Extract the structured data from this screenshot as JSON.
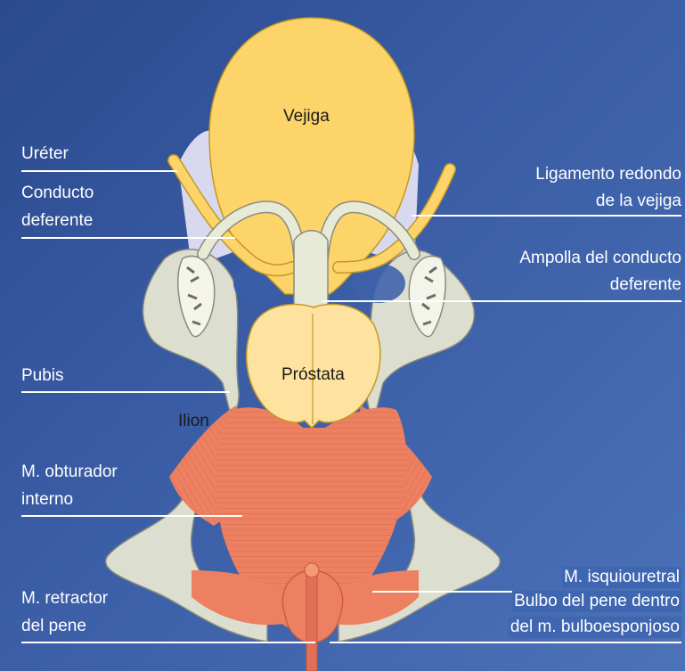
{
  "labels": {
    "ureter": "Uréter",
    "conducto_deferente": [
      "Conducto",
      "deferente"
    ],
    "pubis": "Pubis",
    "ilion": "Ilion",
    "obturador": [
      "M. obturador",
      "interno"
    ],
    "retractor": [
      "M. retractor",
      "del pene"
    ],
    "ligamento": [
      "Ligamento redondo",
      "de la vejiga"
    ],
    "ampolla": [
      "Ampolla del conducto",
      "deferente"
    ],
    "isquiouretral": "M. isquiouretral",
    "bulbo": [
      "Bulbo del pene dentro",
      "del m. bulboesponjoso"
    ],
    "vejiga": "Vejiga",
    "prostata": "Próstata"
  },
  "colors": {
    "background": "#3a5da6",
    "bladder": "#fcd46a",
    "prostate": "#fde2a0",
    "bone": "#dcdfcf",
    "muscle": "#ec8060",
    "ducts": "#e8ead8",
    "ligament": "#d8d8ef"
  }
}
